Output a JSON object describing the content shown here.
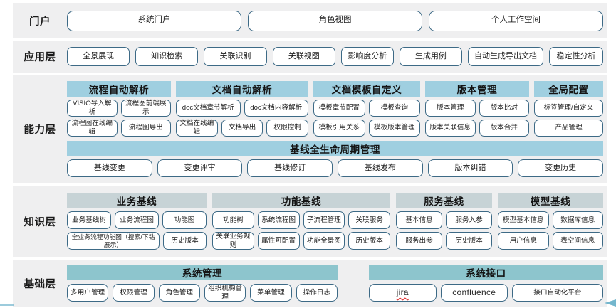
{
  "diagram": {
    "title": "系统架构分层图",
    "colors": {
      "band_bg": "#efeff0",
      "pill_border": "#3d6a86",
      "capability_header": "#9fcfe0",
      "knowledge_header": "#c7d3d6",
      "base_header": "#8dc5cd"
    }
  },
  "layers": {
    "portal": {
      "label": "门户",
      "items": [
        "系统门户",
        "角色视图",
        "个人工作空间"
      ]
    },
    "application": {
      "label": "应用层",
      "items": [
        "全景展现",
        "知识检索",
        "关联识别",
        "关联视图",
        "影响度分析",
        "生成用例",
        "自动生成导出文档",
        "稳定性分析"
      ]
    },
    "capability": {
      "label": "能力层",
      "groups": [
        {
          "title": "流程自动解析",
          "row1": [
            "VISIO导入解析",
            "流程图前端展示"
          ],
          "row2": [
            "流程图在线编辑",
            "流程图导出"
          ]
        },
        {
          "title": "文档自动解析",
          "row1": [
            "doc文档章节解析",
            "doc文档内容解析"
          ],
          "row2": [
            "文档在线编辑",
            "文档导出",
            "权限控制"
          ]
        },
        {
          "title": "文档模板自定义",
          "row1": [
            "模板章节配置",
            "模板查询"
          ],
          "row2": [
            "模板引用关系",
            "模板版本管理"
          ]
        },
        {
          "title": "版本管理",
          "row1": [
            "版本管理",
            "版本比对"
          ],
          "row2": [
            "版本关联信息",
            "版本合并"
          ]
        },
        {
          "title": "全局配置",
          "row1": [
            "标签管理/自定义"
          ],
          "row2": [
            "产品管理"
          ]
        }
      ],
      "wide_group": {
        "title": "基线全生命周期管理",
        "items": [
          "基线变更",
          "变更评审",
          "基线修订",
          "基线发布",
          "版本纠错",
          "变更历史"
        ]
      }
    },
    "knowledge": {
      "label": "知识层",
      "groups": [
        {
          "title": "业务基线",
          "row1": [
            "业务基线树",
            "业务流程图",
            "功能图"
          ],
          "row2": [
            "全业务流程功能图（搜索/下钻展示）",
            "历史版本"
          ]
        },
        {
          "title": "功能基线",
          "row1": [
            "功能树",
            "系统流程图",
            "子流程管理",
            "关联服务"
          ],
          "row2": [
            "关联业务规则",
            "属性可配置",
            "功能全景图",
            "历史版本"
          ]
        },
        {
          "title": "服务基线",
          "row1": [
            "基本信息",
            "服务入参"
          ],
          "row2": [
            "服务出参",
            "历史版本"
          ]
        },
        {
          "title": "模型基线",
          "row1": [
            "模型基本信息",
            "数据库信息"
          ],
          "row2": [
            "用户信息",
            "表空间信息"
          ]
        }
      ]
    },
    "base": {
      "label": "基础层",
      "groups": [
        {
          "title": "系统管理",
          "items": [
            "多用户管理",
            "权限管理",
            "角色管理",
            "组织机构管理",
            "菜单管理",
            "操作日志"
          ]
        },
        {
          "title": "系统接口",
          "items": [
            "jira",
            "confluence",
            "接口自动化平台"
          ]
        }
      ]
    }
  }
}
